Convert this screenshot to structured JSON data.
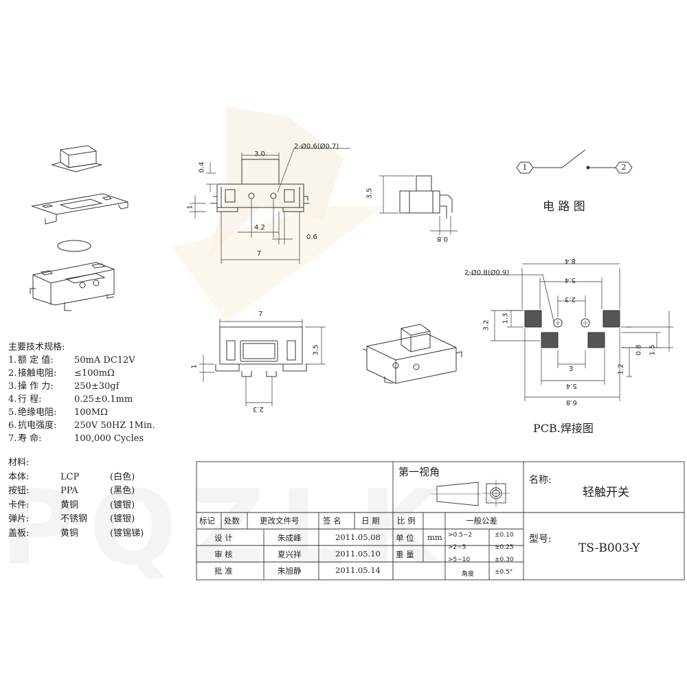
{
  "watermark": "PQZLK",
  "specs": {
    "title": "主要技术规格:",
    "items": [
      {
        "num": "1.",
        "label": "额 定 值:",
        "value": "50mA DC12V"
      },
      {
        "num": "2.",
        "label": "接触电阻:",
        "value": "≤100mΩ"
      },
      {
        "num": "3.",
        "label": "操 作 力:",
        "value": "250±30gf"
      },
      {
        "num": "4.",
        "label": "行    程:",
        "value": "0.25±0.1mm"
      },
      {
        "num": "5.",
        "label": "绝缘电阻:",
        "value": "100MΩ"
      },
      {
        "num": "6.",
        "label": "抗电强度:",
        "value": "250V 50HZ 1Min."
      },
      {
        "num": "7.",
        "label": "寿    命:",
        "value": "100,000 Cycles"
      }
    ]
  },
  "materials": {
    "title": "材料:",
    "rows": [
      {
        "part": "本体:",
        "material": "LCP",
        "note": "(白色)"
      },
      {
        "part": "按钮:",
        "material": "PPA",
        "note": "(黑色)"
      },
      {
        "part": "卡件:",
        "material": "黄铜",
        "note": "(镀银)"
      },
      {
        "part": "弹片:",
        "material": "不锈钢",
        "note": "(镀银)"
      },
      {
        "part": "盖板:",
        "material": "黄铜",
        "note": "(镀锡锑)"
      }
    ]
  },
  "front_view": {
    "dim_hole": "2-Ø0.6(Ø0.7)",
    "dim_width_top": "3.0",
    "dim_04": "0.4",
    "dim_1": "1",
    "dim_42": "4.2",
    "dim_06": "0.6",
    "dim_7": "7"
  },
  "side_view": {
    "dim_35": "3.5",
    "dim_08": "0.8"
  },
  "top_view": {
    "dim_7": "7",
    "dim_35": "3.5",
    "dim_1": "1",
    "dim_23": "2.3"
  },
  "circuit": {
    "label": "电 路 图",
    "pin1": "1",
    "pin2": "2"
  },
  "pcb": {
    "label": "PCB.焊接图",
    "dim_hole": "2-Ø0.8(Ø0.9)",
    "dim_84": "8.4",
    "dim_54_top": "5.4",
    "dim_23": "2.3",
    "dim_32": "3.2",
    "dim_13": "1.3",
    "dim_08": "0.8",
    "dim_15": "1.5",
    "dim_12": "1.2",
    "dim_3": "3",
    "dim_54_bot": "5.4",
    "dim_68": "6.8"
  },
  "title_block": {
    "projection_label": "第一视角",
    "name_label": "名称:",
    "name_value": "轻触开关",
    "model_label": "型号:",
    "model_value": "TS-B003-Y",
    "hdr": {
      "mark": "标记",
      "count": "处数",
      "doc": "更改文件号",
      "sign": "签 名",
      "date": "日 期",
      "scale": "比 例",
      "tolerance": "一般公差"
    },
    "rows": [
      {
        "role": "设 计",
        "name": "朱成峰",
        "date": "2011.05.08"
      },
      {
        "role": "审 核",
        "name": "夏兴祥",
        "date": "2011.05.10"
      },
      {
        "role": "批 准",
        "name": "朱旭静",
        "date": "2011.05.14"
      }
    ],
    "unit_label": "单 位",
    "unit_value": "mm",
    "weight_label": "重 量",
    "tolerances": [
      {
        "range": ">0.5~2",
        "value": "±0.10"
      },
      {
        "range": ">2~5",
        "value": "±0.25"
      },
      {
        "range": ">5~10",
        "value": "±0.30"
      },
      {
        "range": "角度",
        "value": "±0.5°"
      }
    ]
  }
}
